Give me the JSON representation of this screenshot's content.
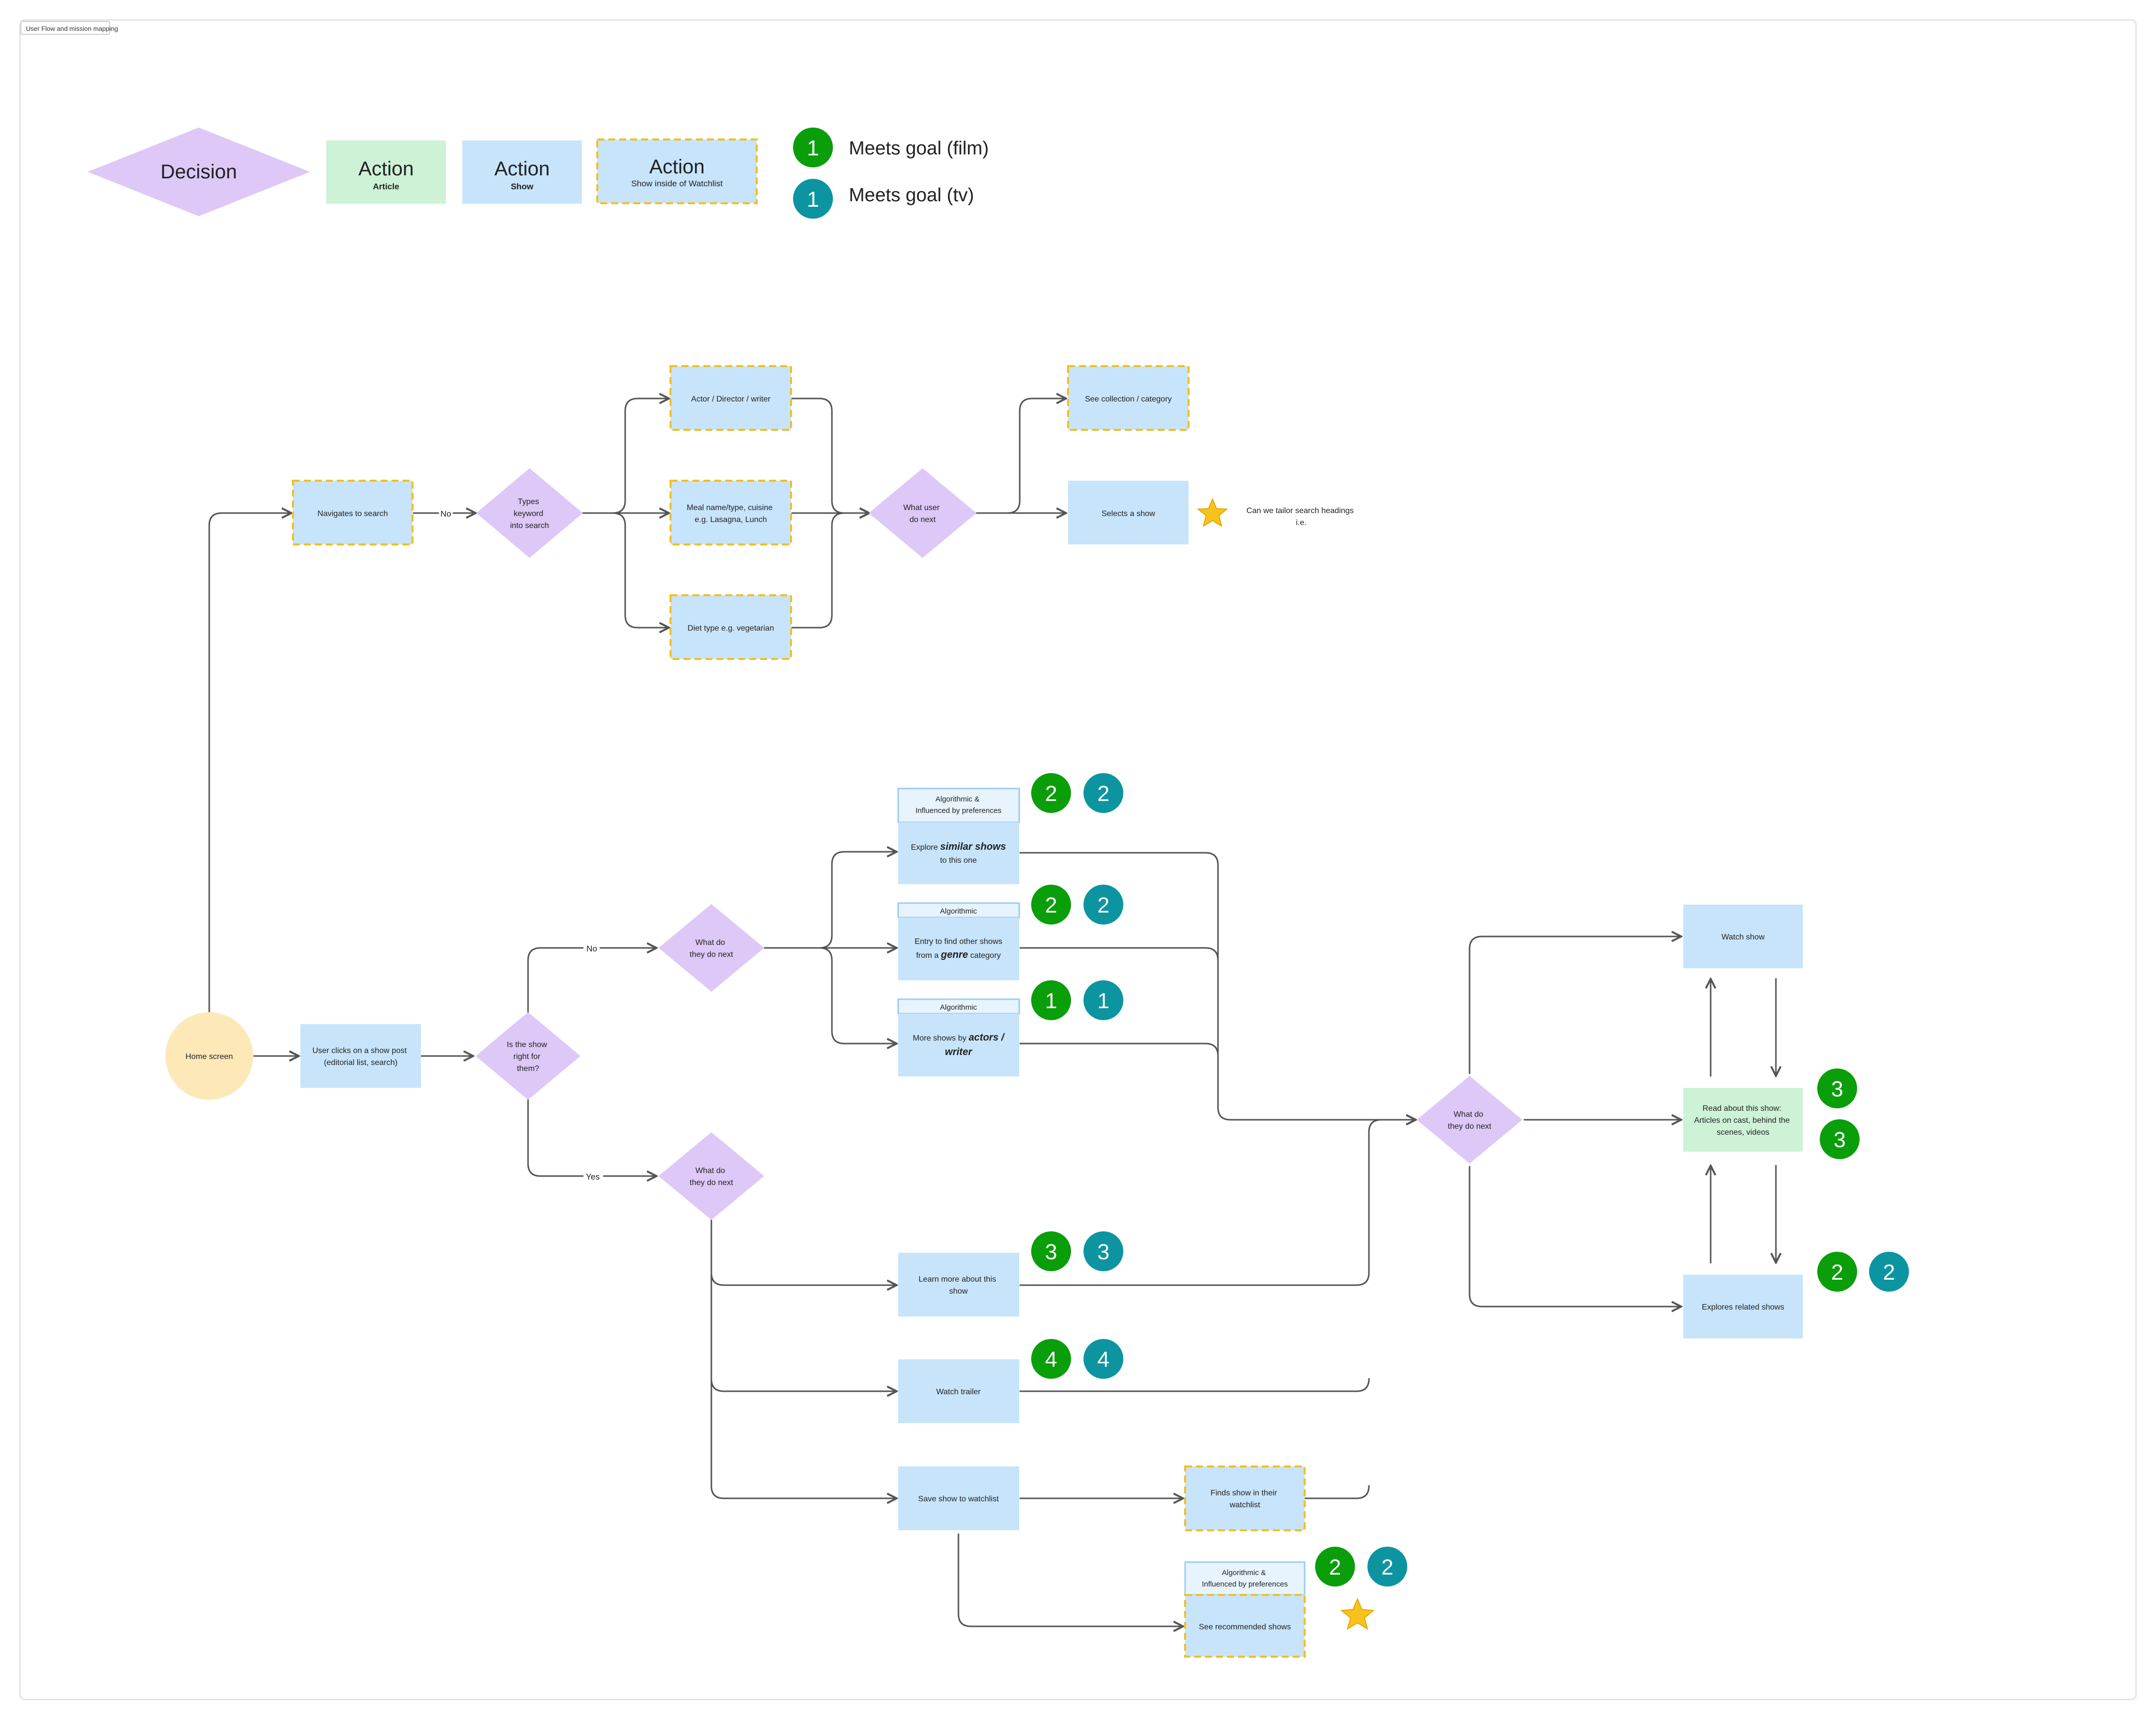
{
  "frame": {
    "title": "User Flow and mission mapping"
  },
  "legend": {
    "decision": "Decision",
    "article": {
      "title": "Action",
      "sub": "Article"
    },
    "show": {
      "title": "Action",
      "sub": "Show"
    },
    "watchlist": {
      "title": "Action",
      "sub": "Show inside of Watchlist"
    },
    "film_badge": "1",
    "film_label": "Meets goal (film)",
    "tv_badge": "1",
    "tv_label": "Meets goal (tv)"
  },
  "colors": {
    "decision": "#ddc8f8",
    "article": "#cdf2d6",
    "show": "#c7e4fb",
    "header": "#e7f4fd",
    "dash": "#f2c01e",
    "home": "#fde8b8",
    "film": "#0a9e0a",
    "tv": "#0c95a0",
    "star": "#f8c21c",
    "edge": "#555555"
  },
  "nodes": {
    "home": "Home screen",
    "nav_search": "Navigates to search",
    "types_keyword": [
      "Types",
      "keyword",
      "into search"
    ],
    "actor": "Actor / Director / writer",
    "meal": [
      "Meal name/type, cuisine",
      "e.g. Lasagna, Lunch"
    ],
    "diet": "Diet type e.g. vegetarian",
    "what_user": [
      "What user",
      "do next"
    ],
    "see_collection": "See collection / category",
    "selects_show": "Selects a show",
    "tailor_note": [
      "Can we tailor search headings",
      "i.e."
    ],
    "user_clicks": [
      "User clicks on a show post",
      "(editorial list, search)"
    ],
    "is_show_right": [
      "Is the show",
      "right for",
      "them?"
    ],
    "what_do_no": [
      "What do",
      "they do next"
    ],
    "what_do_yes": [
      "What do",
      "they do next"
    ],
    "similar_header": [
      "Algorithmic &",
      "Influenced by preferences"
    ],
    "similar_body_a": "Explore ",
    "similar_body_b": "similar shows",
    "similar_body_c": "to this one",
    "genre_header": "Algorithmic",
    "genre_body_a": "Entry to find other shows",
    "genre_body_b": "from a ",
    "genre_body_c": "genre",
    "genre_body_d": " category",
    "actors_header": "Algorithmic",
    "actors_body_a": "More shows by ",
    "actors_body_b": "actors /",
    "actors_body_c": "writer",
    "learn_more": [
      "Learn more about this",
      "show"
    ],
    "watch_trailer": "Watch trailer",
    "save_watchlist": "Save show to watchlist",
    "finds_show": [
      "Finds show in their",
      "watchlist"
    ],
    "recommended_header": [
      "Algorithmic &",
      "Influenced by preferences"
    ],
    "recommended_body": "See recommended shows",
    "what_do_right": [
      "What do",
      "they do next"
    ],
    "watch_show": "Watch show",
    "read_about": [
      "Read about this show:",
      "Articles on cast, behind the",
      "scenes, videos"
    ],
    "explores_related": "Explores related shows"
  },
  "edge_labels": {
    "no_top": "No",
    "no_mid": "No",
    "yes": "Yes"
  },
  "badges": [
    {
      "kind": "film",
      "n": "2",
      "key": "similar"
    },
    {
      "kind": "tv",
      "n": "2",
      "key": "similar"
    },
    {
      "kind": "film",
      "n": "2",
      "key": "genre"
    },
    {
      "kind": "tv",
      "n": "2",
      "key": "genre"
    },
    {
      "kind": "film",
      "n": "1",
      "key": "actors"
    },
    {
      "kind": "tv",
      "n": "1",
      "key": "actors"
    },
    {
      "kind": "film",
      "n": "3",
      "key": "learn"
    },
    {
      "kind": "tv",
      "n": "3",
      "key": "learn"
    },
    {
      "kind": "film",
      "n": "4",
      "key": "trailer"
    },
    {
      "kind": "tv",
      "n": "4",
      "key": "trailer"
    },
    {
      "kind": "film",
      "n": "2",
      "key": "recommended"
    },
    {
      "kind": "tv",
      "n": "2",
      "key": "recommended"
    },
    {
      "kind": "film",
      "n": "3",
      "key": "read1"
    },
    {
      "kind": "film",
      "n": "3",
      "key": "read2"
    },
    {
      "kind": "film",
      "n": "2",
      "key": "related"
    },
    {
      "kind": "tv",
      "n": "2",
      "key": "related"
    }
  ]
}
